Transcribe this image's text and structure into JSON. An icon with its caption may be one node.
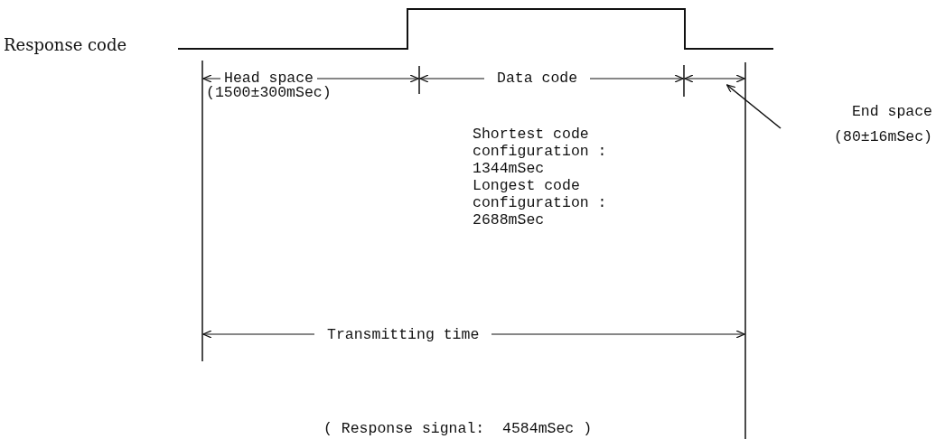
{
  "diagram": {
    "nodes": [
      {
        "text": [
          "End space (80±16mSec)"
        ]
      },
      {
        "text": [],
        "shape": "line"
      }
    ],
    "edges": [
      {
        "from": 0,
        "to": 1,
        "arrow": "to"
      }
    ],
    "labels": [
      "Response code",
      "Head space",
      "(1500±300mSec)",
      "Data code",
      "Shortest code configuration : 1344mSec",
      "Longest code configuration : 2688mSec",
      "Transmitting time",
      "( Response signal:  4584mSec )"
    ]
  }
}
